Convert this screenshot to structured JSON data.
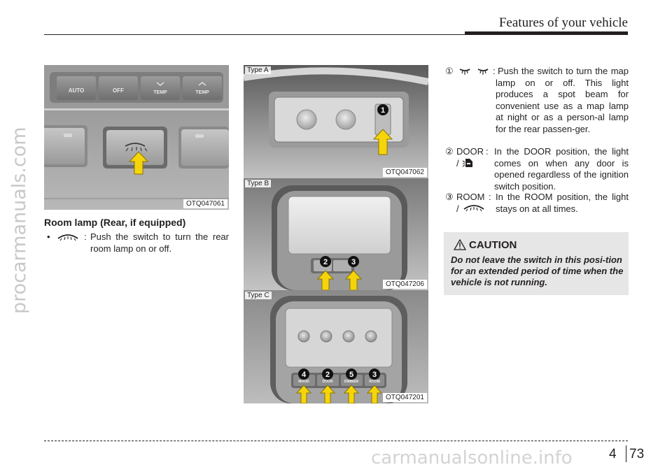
{
  "header": {
    "section_title": "Features of your vehicle"
  },
  "watermarks": {
    "side": "procarmanuals.com",
    "bottom": "carmanualsonline.info"
  },
  "figure_left": {
    "code": "OTQ047061",
    "buttons": [
      "AUTO",
      "OFF",
      "TEMP",
      "TEMP"
    ],
    "icon": "rear-room-lamp-icon",
    "arrow_color": "#f5d50a"
  },
  "left_column": {
    "heading": "Room lamp (Rear, if equipped)",
    "bullet": "•",
    "separator": ":",
    "text": "Push the switch to turn the rear room lamp on or off."
  },
  "figure_type_a": {
    "label": "Type A",
    "code": "OTQ047062",
    "callout": "1"
  },
  "figure_type_b": {
    "label": "Type B",
    "code": "OTQ047206",
    "callouts": [
      "2",
      "3"
    ]
  },
  "figure_type_c": {
    "label": "Type C",
    "code": "OTQ047201",
    "callouts": [
      "4",
      "2",
      "5",
      "3"
    ],
    "buttons": [
      "MOOD",
      "DOOR",
      "DIMMER",
      "ROOM"
    ]
  },
  "right_column": {
    "items": [
      {
        "num": "①",
        "term": "",
        "separator": ":",
        "icon": "map-lamp-icon",
        "text": "Push the switch to turn the map lamp on or off. This light produces a spot beam for convenient use as a map lamp at night or as a person-al lamp for the rear passen-ger."
      },
      {
        "num": "②",
        "term": "DOOR",
        "separator": ":",
        "slash": "/",
        "icon": "door-lamp-icon",
        "text": "In the DOOR position, the light comes on when any door is opened regardless of the ignition switch position."
      },
      {
        "num": "③",
        "term": "ROOM",
        "separator": ":",
        "slash": "/",
        "icon": "room-lamp-icon",
        "text": "In the ROOM position, the light stays on at all times."
      }
    ]
  },
  "caution": {
    "icon": "warning-triangle-icon",
    "title": "CAUTION",
    "text": "Do not leave the switch in this posi-tion for an extended period of time when the vehicle is not running."
  },
  "footer": {
    "chapter": "4",
    "page": "73"
  }
}
